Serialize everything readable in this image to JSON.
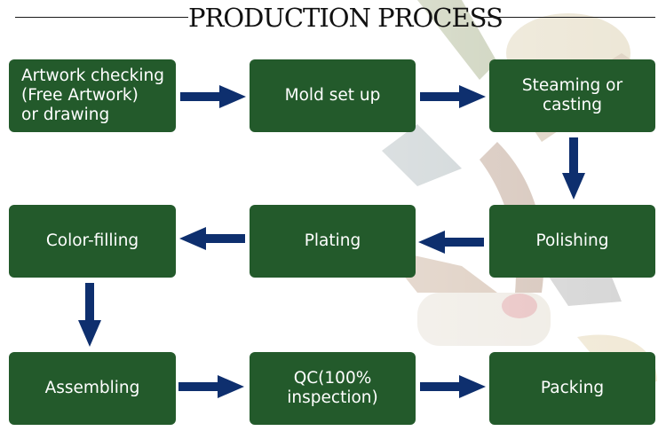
{
  "title": "PRODUCTION PROCESS",
  "colors": {
    "box": "#235a2b",
    "arrow": "#0e2f6e",
    "text": "#ffffff"
  },
  "steps": [
    {
      "label": "Artwork checking\n(Free Artwork)\nor drawing"
    },
    {
      "label": "Mold set up"
    },
    {
      "label": "Steaming or\ncasting"
    },
    {
      "label": "Polishing"
    },
    {
      "label": "Plating"
    },
    {
      "label": "Color-filling"
    },
    {
      "label": "Assembling"
    },
    {
      "label": "QC(100%\ninspection)"
    },
    {
      "label": "Packing"
    }
  ]
}
